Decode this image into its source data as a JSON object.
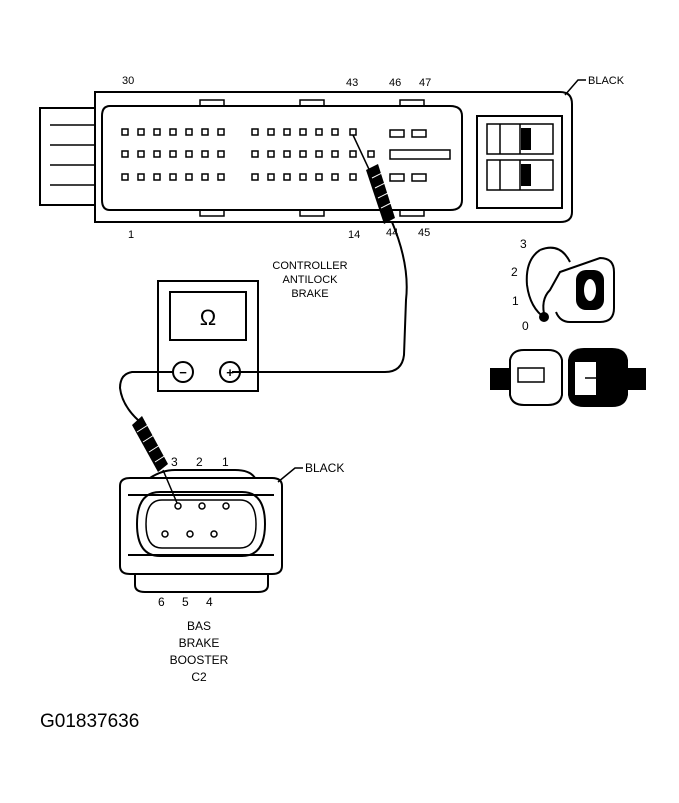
{
  "ecu_connector": {
    "color_label": "BLACK",
    "pin_numbers_top": [
      "30",
      "43",
      "46",
      "47"
    ],
    "pin_numbers_bottom": [
      "1",
      "14",
      "44",
      "45"
    ]
  },
  "ecu_name": [
    "CONTROLLER",
    "ANTILOCK",
    "BRAKE"
  ],
  "ohmmeter": {
    "symbol": "Ω",
    "neg_terminal": "−",
    "pos_terminal": "+"
  },
  "ignition_positions": [
    "3",
    "2",
    "1",
    "0"
  ],
  "booster_connector": {
    "color_label": "BLACK",
    "pin_numbers_top": [
      "3",
      "2",
      "1"
    ],
    "pin_numbers_bottom": [
      "6",
      "5",
      "4"
    ],
    "name": [
      "BAS",
      "BRAKE",
      "BOOSTER",
      "C2"
    ]
  },
  "figure_code": "G01837636"
}
